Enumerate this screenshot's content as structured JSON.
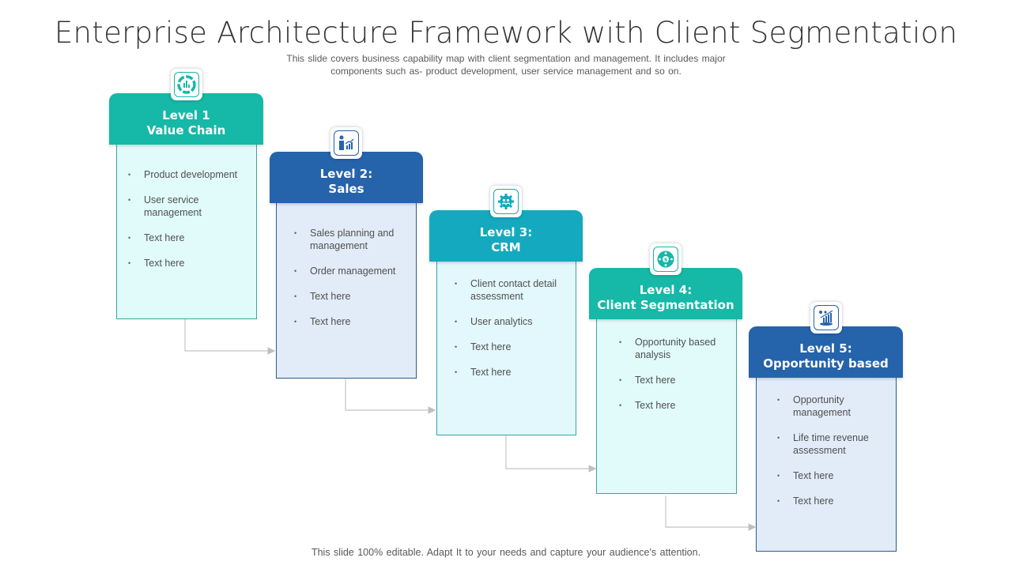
{
  "title": "Enterprise Architecture Framework with Client Segmentation",
  "subtitle_line1": "This slide covers business capability map with client segmentation and management. It includes major",
  "subtitle_line2": "components such as- product development,  user service management and so on.",
  "footer": "This slide 100% editable. Adapt It to your needs and capture your audience's attention.",
  "colors": {
    "teal": "#16b8a7",
    "blue": "#2563ab",
    "cyan": "#14a9bf",
    "connector": "#bfbfbf"
  },
  "levels": [
    {
      "line1": "Level 1",
      "line2": "Value Chain",
      "theme": "teal",
      "icon": "cycle-chart-icon",
      "items": [
        "Product development",
        "User service management",
        "Text here",
        "Text here"
      ]
    },
    {
      "line1": "Level 2:",
      "line2": "Sales",
      "theme": "blue",
      "icon": "presenter-growth-chart-icon",
      "items": [
        "Sales planning and management",
        "Order management",
        "Text here",
        "Text here"
      ]
    },
    {
      "line1": "Level 3:",
      "line2": "CRM",
      "theme": "cyan",
      "icon": "gear-people-icon",
      "items": [
        "Client contact detail assessment",
        "User analytics",
        "Text here",
        "Text here"
      ]
    },
    {
      "line1": "Level 4:",
      "line2": "Client Segmentation",
      "theme": "teal",
      "icon": "client-segment-dollar-icon",
      "items": [
        "Opportunity based analysis",
        "Text here",
        "Text here"
      ]
    },
    {
      "line1": "Level 5:",
      "line2": "Opportunity based",
      "theme": "blue",
      "icon": "opportunity-chart-icon",
      "items": [
        "Opportunity management",
        "Life time revenue assessment",
        "Text here",
        "Text here"
      ]
    }
  ]
}
